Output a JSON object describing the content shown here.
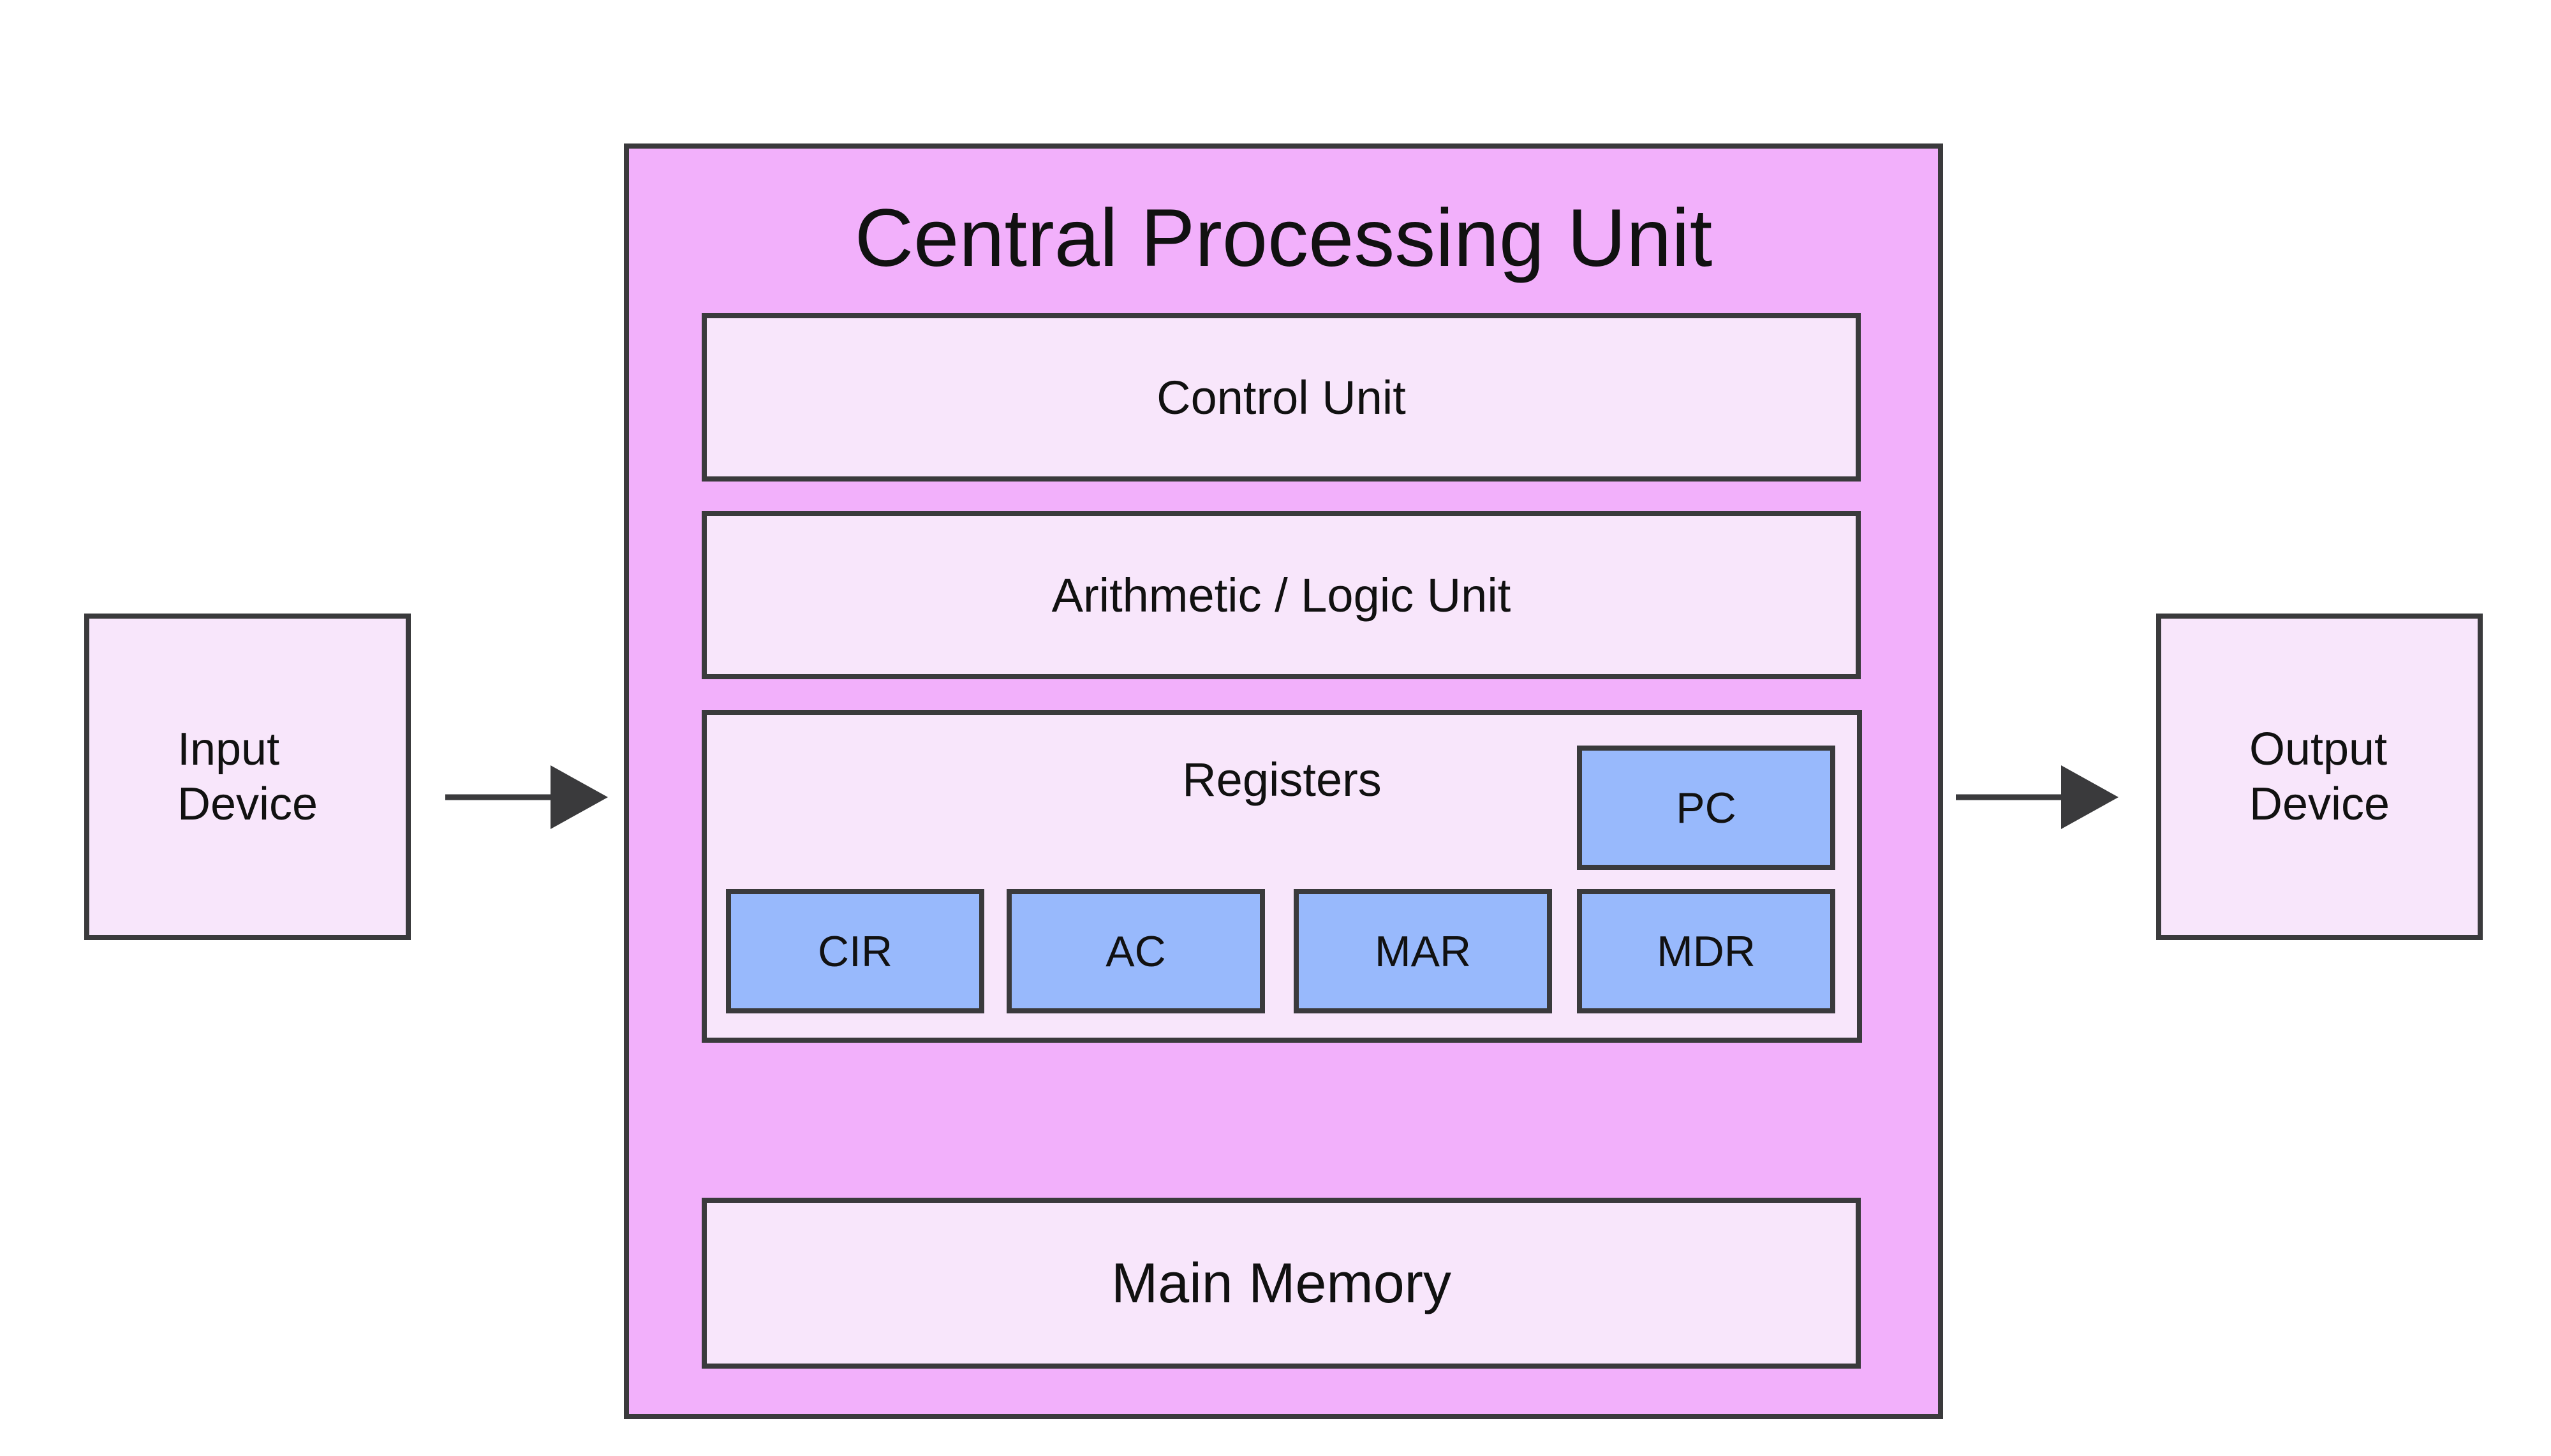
{
  "cpu": {
    "title": "Central Processing Unit",
    "control_unit": "Control Unit",
    "alu": "Arithmetic / Logic Unit",
    "registers": {
      "label": "Registers",
      "items": [
        "PC",
        "CIR",
        "AC",
        "MAR",
        "MDR"
      ]
    },
    "main_memory": "Main Memory"
  },
  "input_device": {
    "line1": "Input",
    "line2": "Device"
  },
  "output_device": {
    "line1": "Output",
    "line2": "Device"
  },
  "colors": {
    "cpu_fill": "#f2b0fb",
    "unit_fill": "#f8e6fb",
    "register_fill": "#98b9fc",
    "stroke": "#3a3a3c"
  }
}
